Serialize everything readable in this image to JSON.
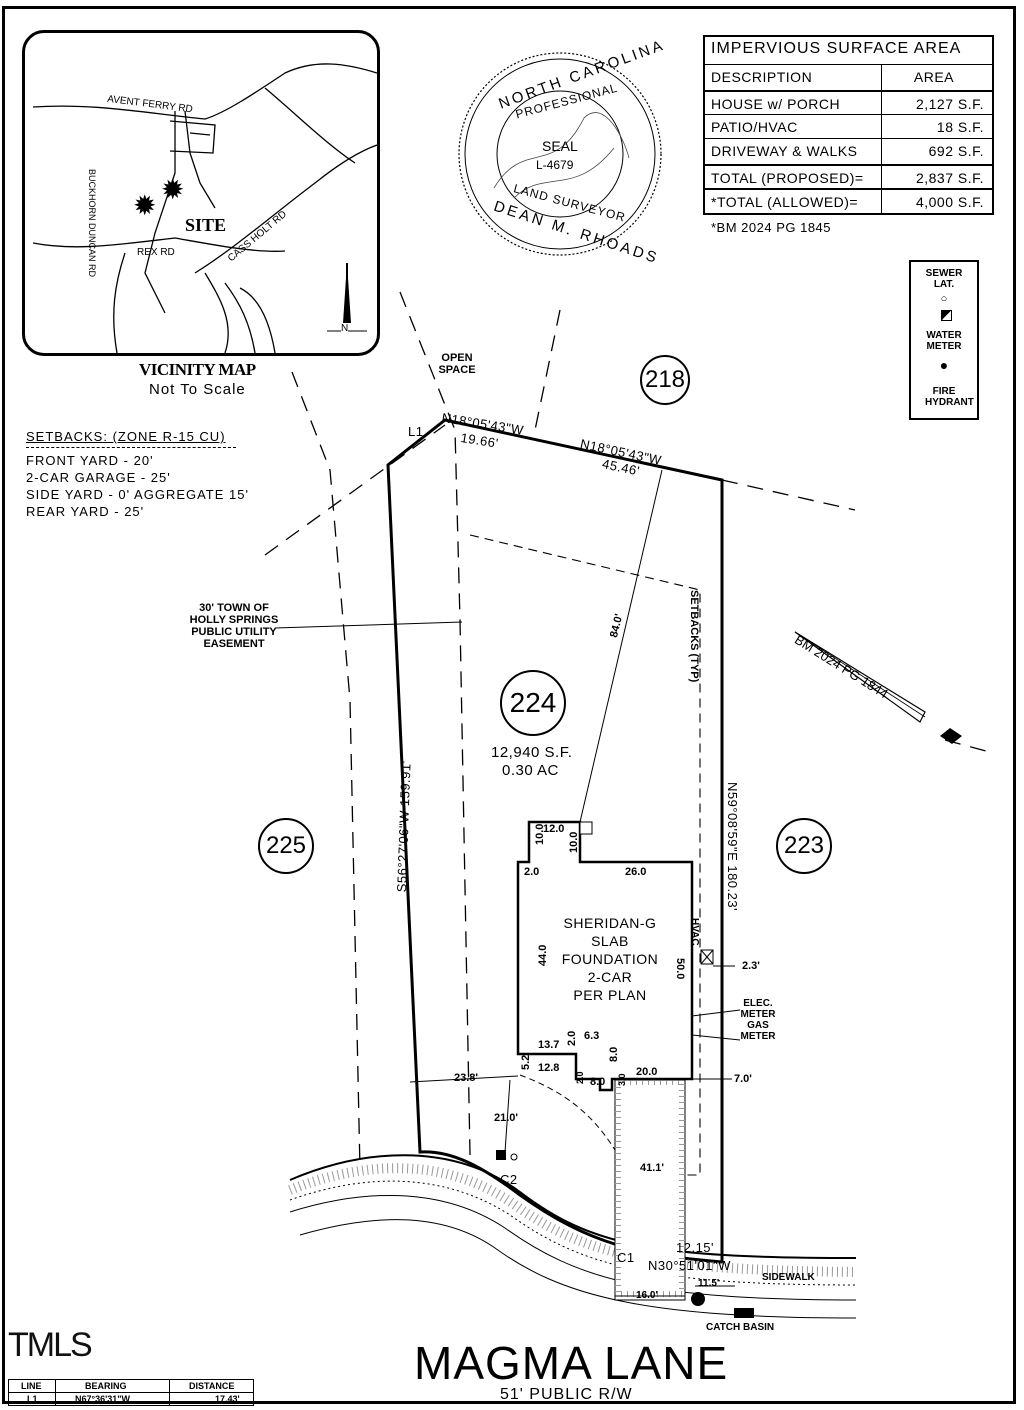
{
  "vicinity_map": {
    "title": "VICINITY MAP",
    "subtitle": "Not To Scale",
    "roads": {
      "avent_ferry": "AVENT FERRY RD",
      "buckhorn_duncan": "BUCKHORN DUNCAN RD",
      "cass_holt": "CASS HOLT RD",
      "rex": "REX RD"
    },
    "site_label": "SITE",
    "north_label": "N"
  },
  "seal": {
    "top_text": "NORTH CAROLINA",
    "inner_top": "PROFESSIONAL",
    "center": "SEAL",
    "license": "L-4679",
    "inner_bottom": "LAND SURVEYOR",
    "bottom_text": "DEAN M. RHOADS"
  },
  "impervious_table": {
    "title": "IMPERVIOUS SURFACE AREA",
    "headers": [
      "DESCRIPTION",
      "AREA"
    ],
    "rows": [
      {
        "description": "HOUSE w/ PORCH",
        "area": "2,127 S.F."
      },
      {
        "description": "PATIO/HVAC",
        "area": "18 S.F."
      },
      {
        "description": "DRIVEWAY & WALKS",
        "area": "692 S.F."
      },
      {
        "description": "TOTAL (PROPOSED)=",
        "area": "2,837 S.F."
      },
      {
        "description": "*TOTAL (ALLOWED)=",
        "area": "4,000 S.F."
      }
    ],
    "footnote": "*BM 2024 PG 1845"
  },
  "legend": {
    "sewer": "SEWER LAT.",
    "water": "WATER METER",
    "fire": "FIRE HYDRANT"
  },
  "setbacks": {
    "title": "SETBACKS: (ZONE R-15 CU)",
    "items": [
      "FRONT YARD - 20'",
      "2-CAR GARAGE - 25'",
      "SIDE YARD - 0' AGGREGATE 15'",
      "REAR YARD - 25'"
    ]
  },
  "lots": {
    "main": "224",
    "main_area_sf": "12,940 S.F.",
    "main_area_ac": "0.30 AC",
    "left": "225",
    "right": "223",
    "top": "218"
  },
  "labels": {
    "open_space": "OPEN SPACE",
    "easement": "30' TOWN OF HOLLY SPRINGS PUBLIC UTILITY EASEMENT",
    "setbacks_typ": "SETBACKS (TYP)",
    "bm_1844": "BM 2024 PG 1844",
    "north_arrow": "N",
    "elec_gas": "ELEC. METER GAS METER",
    "hvac": "HVAC",
    "sidewalk": "SIDEWALK",
    "catch_basin": "CATCH BASIN",
    "street_name": "MAGMA LANE",
    "street_row": "51' PUBLIC R/W",
    "watermark": "TMLS",
    "l1": "L1",
    "c1": "C1",
    "c2": "C2"
  },
  "bearings": {
    "top_left": "N18°05'43\"W",
    "top_left_dist": "19.66'",
    "top_right": "N18°05'43\"W",
    "top_right_dist": "45.46'",
    "left_side": "S56°27'06\"W   159.91'",
    "right_side": "N59°08'59\"E   180.23'",
    "front": "N30°51'01\"W",
    "front_dist": "12.15'"
  },
  "house": {
    "name": "SHERIDAN-G",
    "foundation": "SLAB",
    "foundation2": "FOUNDATION",
    "garage": "2-CAR",
    "plan": "PER PLAN",
    "dims": {
      "d12": "12.0",
      "d10a": "10.0",
      "d10b": "10.0",
      "d2": "2.0",
      "d26": "26.0",
      "d44": "44.0",
      "d50": "50.0",
      "d137": "13.7",
      "d20a": "2.0",
      "d63": "6.3",
      "d52": "5.2",
      "d128": "12.8",
      "d80a": "8.0",
      "d80b": "8.0",
      "d20b": "20.0",
      "d200": "2.0",
      "d30": "3.0"
    },
    "offsets": {
      "rear": "84.0'",
      "right_hvac": "2.3'",
      "right_front": "7.0'",
      "left_front": "23.8'",
      "front": "21.0'",
      "drive": "41.1'",
      "sidewalk_left": "16.0'",
      "sidewalk_right": "11.5'"
    }
  },
  "line_table": {
    "headers": [
      "LINE",
      "BEARING",
      "DISTANCE"
    ],
    "row": [
      "L1",
      "N67°36'31\"W",
      "17.43'"
    ]
  }
}
